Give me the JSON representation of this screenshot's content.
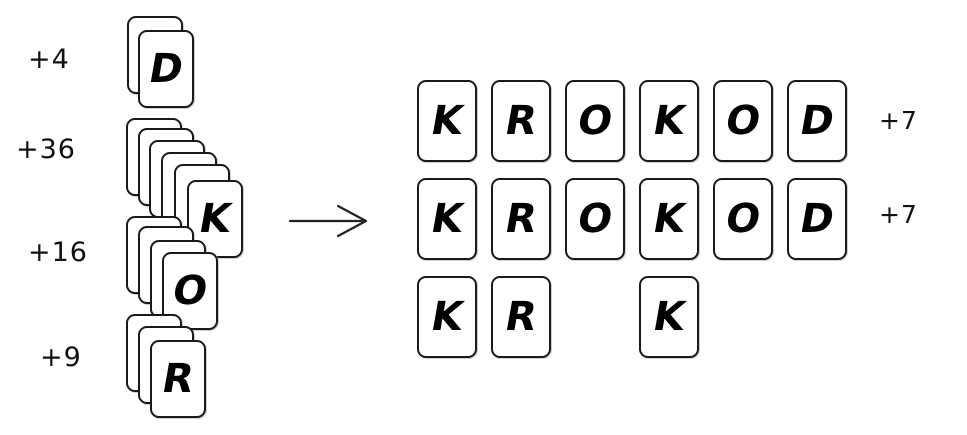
{
  "stacks": [
    {
      "label": "+4",
      "letter": "D"
    },
    {
      "label": "+36",
      "letter": "K"
    },
    {
      "label": "+16",
      "letter": "O"
    },
    {
      "label": "+9",
      "letter": "R"
    }
  ],
  "result": {
    "rows": [
      {
        "cells": [
          "K",
          "R",
          "O",
          "K",
          "O",
          "D"
        ],
        "label": "+7"
      },
      {
        "cells": [
          "K",
          "R",
          "O",
          "K",
          "O",
          "D"
        ],
        "label": "+7"
      },
      {
        "cells": [
          "K",
          "R",
          "",
          "K",
          "",
          ""
        ],
        "label": ""
      }
    ]
  }
}
